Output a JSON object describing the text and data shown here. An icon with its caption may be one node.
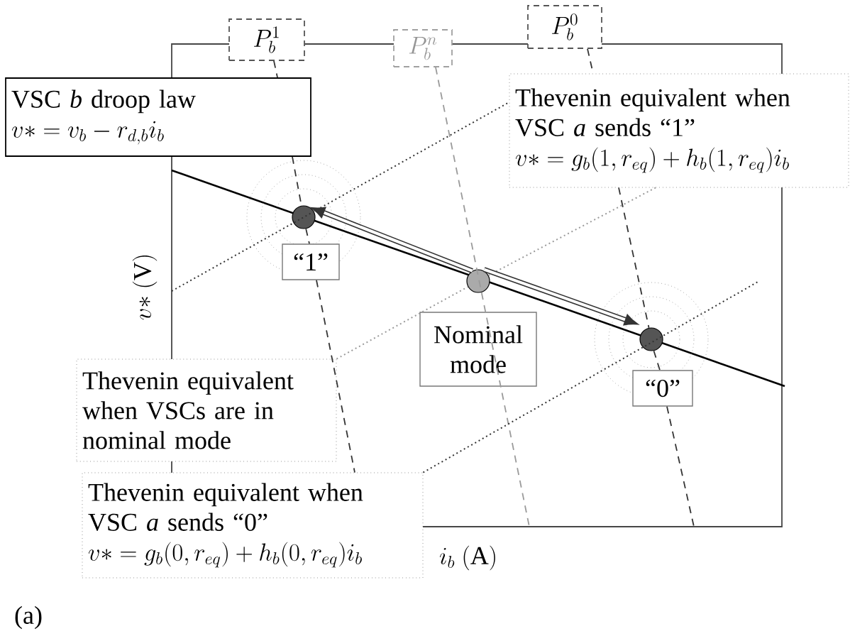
{
  "diagram": {
    "caption": "(a)",
    "nodes": [
      {
        "text": [
          "P_b^1"
        ]
      },
      {
        "text": [
          "P_b^n"
        ]
      },
      {
        "text": [
          "P_b^0"
        ]
      },
      {
        "text": [
          "VSC *b* droop law",
          "v{*} = v_b - r_{d,b}i_b"
        ]
      },
      {
        "text": [
          "Thevenin equivalent when VSC *a* sends “1”",
          "v{*} = g_b(1,r_{eq}) + h_b(1,r_{eq})i_b"
        ]
      },
      {
        "text": [],
        "shape": "circle"
      },
      {
        "text": [
          "“1”"
        ]
      },
      {
        "text": [],
        "shape": "circle"
      },
      {
        "text": [
          "Nominal mode"
        ]
      },
      {
        "text": [],
        "shape": "circle"
      },
      {
        "text": [
          "“0”"
        ]
      },
      {
        "text": [
          "Thevenin equivalent when VSCs are in nominal mode"
        ]
      },
      {
        "text": [
          "Thevenin equivalent when VSC *a* sends “0”",
          "v{*} = g_b(0,r_{eq}) + h_b(0,r_{eq})i_b"
        ]
      }
    ],
    "edges": [
      {
        "from": 0,
        "to": 3,
        "arrow": "none",
        "style": "dashed"
      },
      {
        "from": 3,
        "to": 5,
        "arrow": "none",
        "style": "dashed"
      },
      {
        "from": 5,
        "to": 6,
        "arrow": "none",
        "style": "dashed"
      },
      {
        "from": 6,
        "to": 12,
        "arrow": "none",
        "style": "dashed"
      },
      {
        "from": 1,
        "to": null,
        "arrow": "none",
        "style": "dashed",
        "color": "#9a9a9a"
      },
      {
        "from": 2,
        "to": 4,
        "arrow": "none",
        "style": "dashed"
      },
      {
        "from": 4,
        "to": 9,
        "arrow": "none",
        "style": "dashed"
      },
      {
        "from": 9,
        "to": 10,
        "arrow": "none",
        "style": "dashed"
      },
      {
        "from": 10,
        "to": null,
        "arrow": "none",
        "style": "dashed"
      },
      {
        "from": null,
        "to": 4,
        "arrow": "none",
        "style": "dashed"
      },
      {
        "from": 11,
        "to": 7,
        "arrow": "none",
        "style": "dashed",
        "color": "#9a9a9a"
      },
      {
        "from": 7,
        "to": 4,
        "arrow": "none",
        "style": "dashed",
        "color": "#9a9a9a"
      },
      {
        "from": 12,
        "to": null,
        "arrow": "none",
        "style": "dashed"
      },
      {
        "from": 7,
        "to": 5,
        "arrow": "to",
        "style": "thick"
      },
      {
        "from": 7,
        "to": 9,
        "arrow": "to",
        "style": "thick"
      }
    ],
    "labels": [
      "v{*}\\ (\\mathrm{V})",
      "i_b\\ (\\mathrm{A})"
    ]
  }
}
